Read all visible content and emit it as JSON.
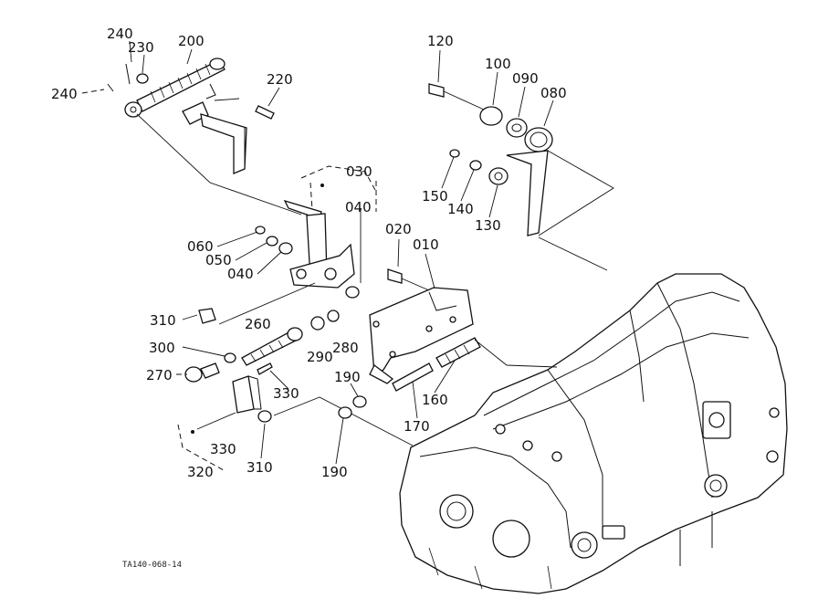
{
  "drawing_code": "TA140-068-14",
  "labels": {
    "p240a": "240",
    "p230": "230",
    "p200": "200",
    "p240b": "240",
    "p220": "220",
    "p120": "120",
    "p100": "100",
    "p090": "090",
    "p080": "080",
    "p150": "150",
    "p140": "140",
    "p130": "130",
    "p030": "030",
    "p040a": "040",
    "p020": "020",
    "p010": "010",
    "p060": "060",
    "p050": "050",
    "p040b": "040",
    "p310a": "310",
    "p260": "260",
    "p290": "290",
    "p280": "280",
    "p300": "300",
    "p270": "270",
    "p330a": "330",
    "p190a": "190",
    "p160": "160",
    "p170": "170",
    "p330b": "330",
    "p320": "320",
    "p310b": "310",
    "p190b": "190"
  }
}
